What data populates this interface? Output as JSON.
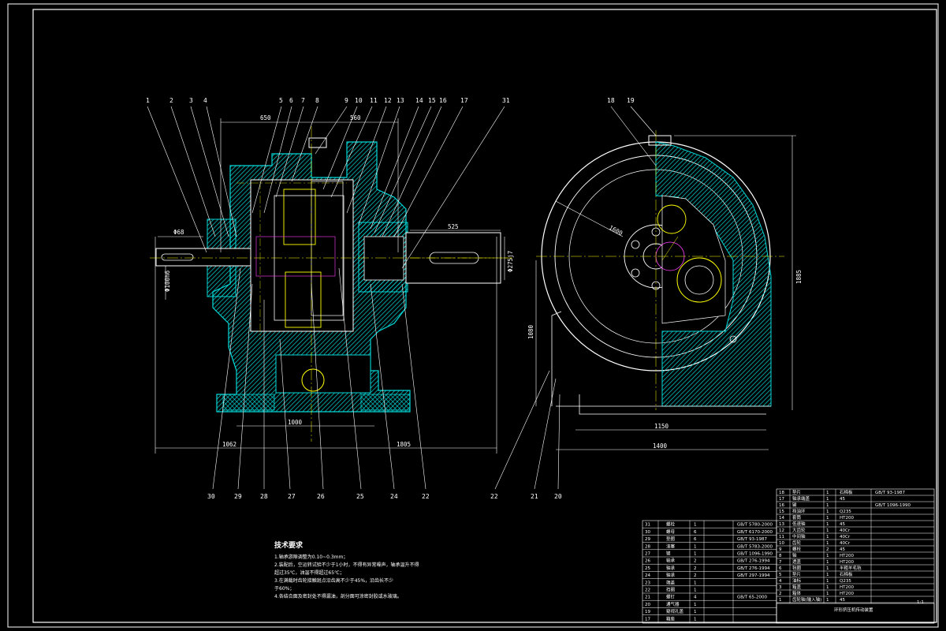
{
  "colors": {
    "background": "#000000",
    "outline": "#ffffff",
    "housing": "#00d8d8",
    "centerline": "#ffff00",
    "gear": "#ffff00",
    "detail": "#ff40ff",
    "hole": "#ffff00"
  },
  "balloons_top": [
    "1",
    "2",
    "3",
    "4",
    "5",
    "6",
    "7",
    "8",
    "9",
    "10",
    "11",
    "12",
    "13",
    "14",
    "15",
    "16",
    "17",
    "31"
  ],
  "balloons_bottom": [
    "30",
    "29",
    "28",
    "27",
    "26",
    "25",
    "24",
    "22"
  ],
  "balloons_side_top": [
    "18",
    "19"
  ],
  "balloons_side_bottom": [
    "22",
    "21",
    "20"
  ],
  "dimensions": {
    "d650": "650",
    "d560": "560",
    "d868": "Φ68",
    "d525": "525",
    "d100h6": "Φ100h6",
    "d275j7": "Φ275j7",
    "d1062": "1062",
    "d1000": "1000",
    "d1805": "1805",
    "d1600": "1600",
    "d1885": "1885",
    "d1150": "1150",
    "d1400": "1400",
    "d1080": "1080"
  },
  "notes": {
    "title": "技术要求",
    "lines": [
      "1.轴承游隙调整为0.10~0.3mm；",
      "2.装配后，空运转试验不少于1小时，不得有异常噪声，轴承温升不得",
      "超过35℃，油温不得超过65℃；",
      "3.在满载时齿轮接触斑点沿齿高不少于45%，沿齿长不少",
      "于60%；",
      "4.各结合面及密封处不得漏油，剖分面可涂密封胶或水玻璃。"
    ]
  },
  "bom_right": [
    {
      "no": "18",
      "name": "垫片",
      "qty": "1",
      "mat": "石棉板",
      "std": "GB/T 93-1987"
    },
    {
      "no": "17",
      "name": "轴承端盖",
      "qty": "1",
      "mat": "45",
      "std": ""
    },
    {
      "no": "16",
      "name": "键",
      "qty": "1",
      "mat": "",
      "std": "GB/T 1096-1990"
    },
    {
      "no": "15",
      "name": "挡油环",
      "qty": "1",
      "mat": "Q235",
      "std": ""
    },
    {
      "no": "14",
      "name": "套筒",
      "qty": "1",
      "mat": "HT200",
      "std": ""
    },
    {
      "no": "13",
      "name": "低速轴",
      "qty": "1",
      "mat": "45",
      "std": ""
    },
    {
      "no": "12",
      "name": "大齿轮",
      "qty": "1",
      "mat": "40Cr",
      "std": ""
    },
    {
      "no": "11",
      "name": "中间轴",
      "qty": "1",
      "mat": "40Cr",
      "std": ""
    },
    {
      "no": "10",
      "name": "齿轮",
      "qty": "1",
      "mat": "40Cr",
      "std": ""
    },
    {
      "no": "9",
      "name": "螺栓",
      "qty": "2",
      "mat": "45",
      "std": ""
    },
    {
      "no": "8",
      "name": "轴",
      "qty": "1",
      "mat": "HT200",
      "std": ""
    },
    {
      "no": "7",
      "name": "透盖",
      "qty": "1",
      "mat": "HT200",
      "std": ""
    },
    {
      "no": "6",
      "name": "毡圈",
      "qty": "1",
      "mat": "半粗羊毛毡",
      "std": ""
    },
    {
      "no": "5",
      "name": "垫片",
      "qty": "1",
      "mat": "石棉板",
      "std": ""
    },
    {
      "no": "4",
      "name": "油标",
      "qty": "1",
      "mat": "Q235",
      "std": ""
    },
    {
      "no": "3",
      "name": "箱盖",
      "qty": "1",
      "mat": "HT200",
      "std": ""
    },
    {
      "no": "2",
      "name": "箱体",
      "qty": "1",
      "mat": "HT200",
      "std": ""
    },
    {
      "no": "1",
      "name": "齿轮轴(输入轴)",
      "qty": "1",
      "mat": "45",
      "std": ""
    }
  ],
  "bom_left": [
    {
      "no": "31",
      "name": "螺栓",
      "qty": "1",
      "std": "GB/T 5780-2000"
    },
    {
      "no": "30",
      "name": "螺母",
      "qty": "6",
      "std": "GB/T 6170-2000"
    },
    {
      "no": "29",
      "name": "垫圈",
      "qty": "6",
      "std": "GB/T 93-1987"
    },
    {
      "no": "28",
      "name": "油塞",
      "qty": "1",
      "std": "GB/T 5783-2000"
    },
    {
      "no": "27",
      "name": "键",
      "qty": "1",
      "std": "GB/T 1096-1990"
    },
    {
      "no": "26",
      "name": "轴承",
      "qty": "2",
      "std": "GB/T 276-1994"
    },
    {
      "no": "25",
      "name": "轴承",
      "qty": "2",
      "std": "GB/T 276-1994"
    },
    {
      "no": "24",
      "name": "轴承",
      "qty": "2",
      "std": "GB/T 297-1994"
    },
    {
      "no": "23",
      "name": "端盖",
      "qty": "1",
      "std": ""
    },
    {
      "no": "22",
      "name": "挡圈",
      "qty": "1",
      "std": ""
    },
    {
      "no": "21",
      "name": "螺钉",
      "qty": "4",
      "std": "GB/T 65-2000"
    },
    {
      "no": "20",
      "name": "通气器",
      "qty": "1",
      "std": ""
    },
    {
      "no": "19",
      "name": "窥视孔盖",
      "qty": "1",
      "std": ""
    },
    {
      "no": "17",
      "name": "箱座",
      "qty": "1",
      "std": ""
    }
  ],
  "title_block": {
    "name": "环形挤压机传动装置",
    "scale": "1:1"
  }
}
